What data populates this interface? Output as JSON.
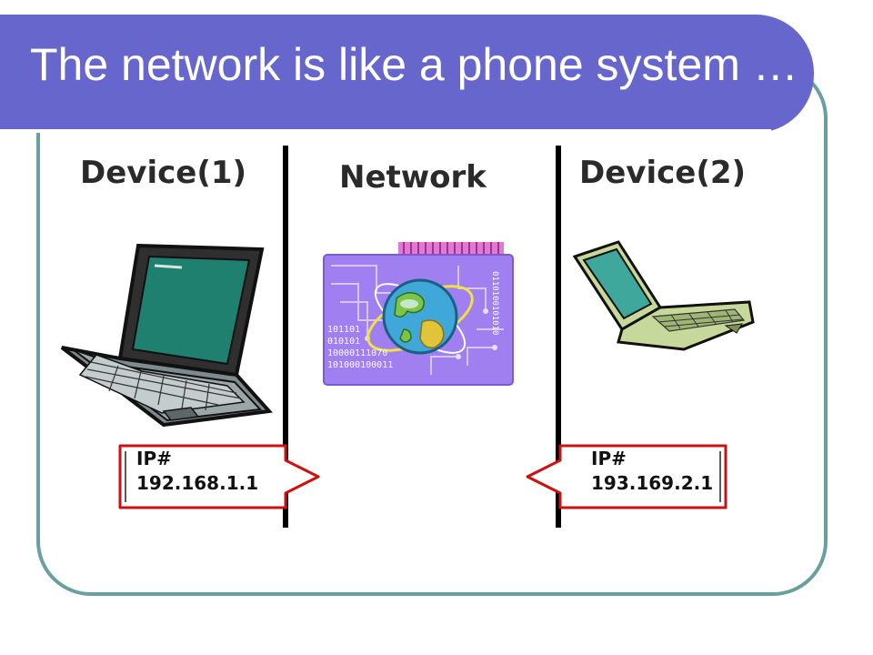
{
  "slide": {
    "title": "The network is like a phone system …"
  },
  "columns": {
    "left_label": "Device(1)",
    "middle_label": "Network",
    "right_label": "Device(2)"
  },
  "ip_tags": {
    "left": {
      "label": "IP#",
      "address": "192.168.1.1"
    },
    "right": {
      "label": "IP#",
      "address": "193.169.2.1"
    }
  },
  "network_chip": {
    "binary_lines": [
      "101101",
      "010101",
      "10000111070",
      "101000100011"
    ]
  },
  "colors": {
    "title_bar": "#6666cc",
    "frame_border": "#6a9fa0",
    "chip_purple": "#a07ff0",
    "ip_tag_border": "#cc1111"
  },
  "icons": {
    "device1": "laptop-icon",
    "network": "globe-circuit-icon",
    "device2": "laptop-icon"
  }
}
